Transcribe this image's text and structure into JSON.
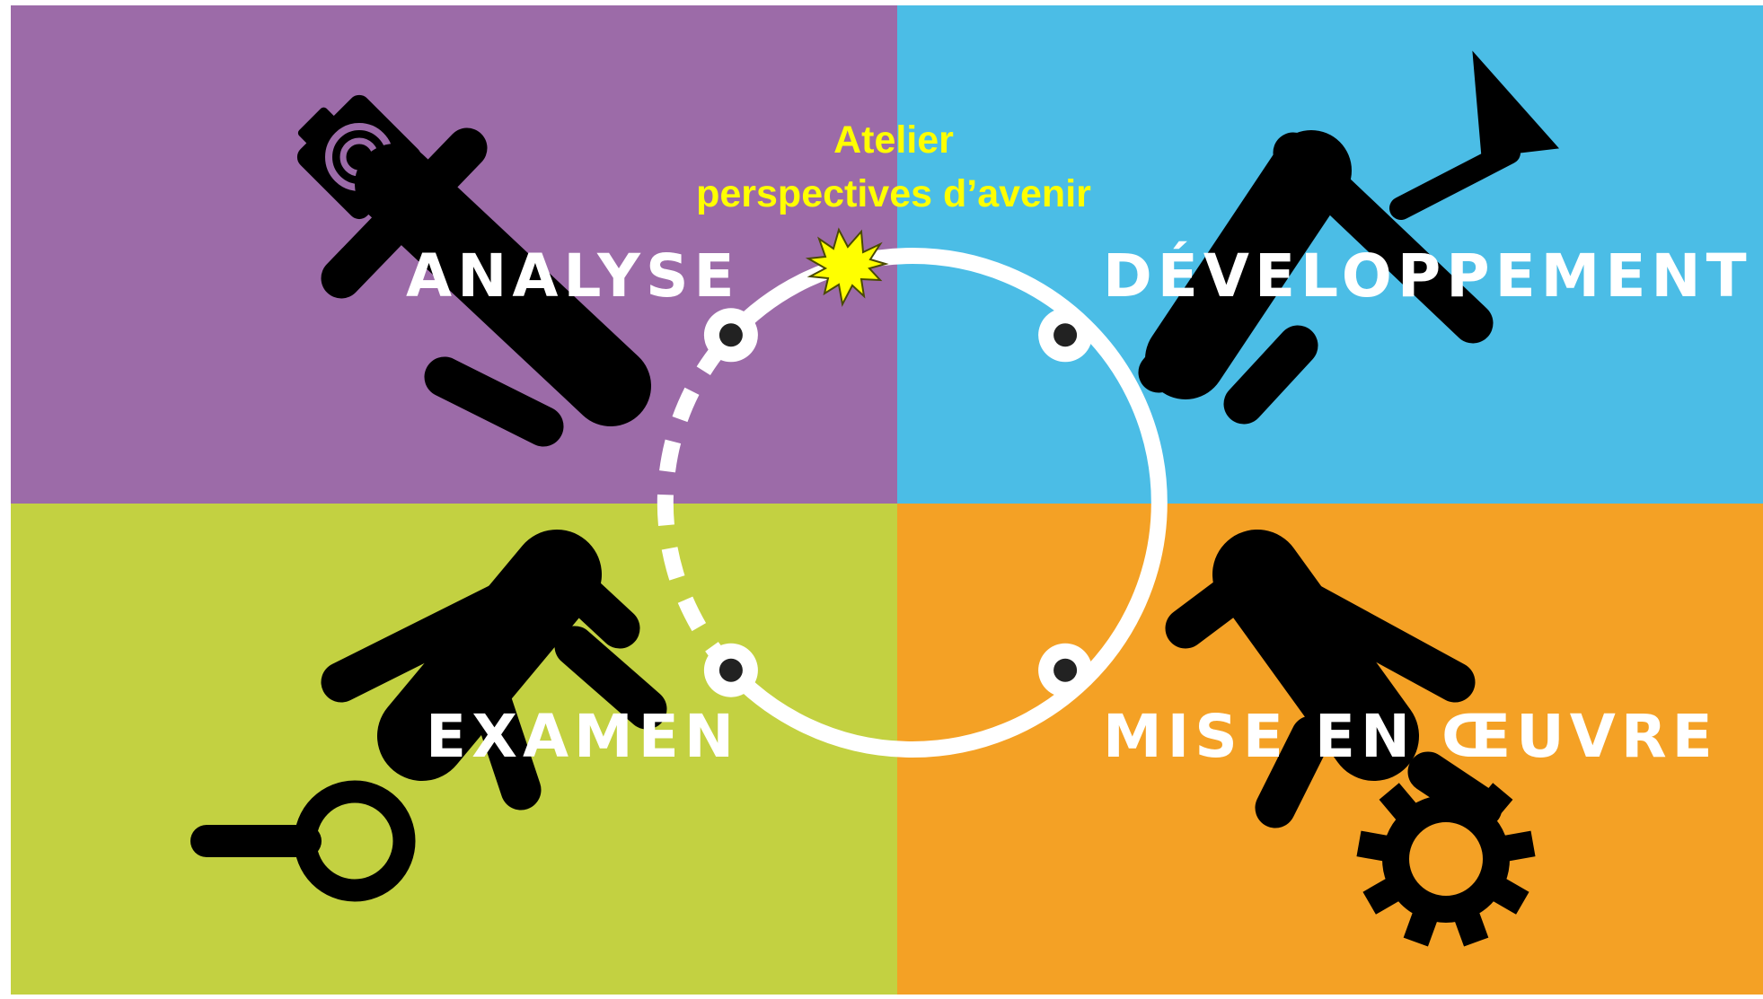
{
  "colors": {
    "analyse_bg": "#9c6ba8",
    "developpement_bg": "#4bbde6",
    "examen_bg": "#c3d141",
    "mise_en_oeuvre_bg": "#f4a125",
    "figures": "#000000",
    "cycle": "#ffffff",
    "callout_text": "#ffff00",
    "burst_fill": "#ffff00"
  },
  "quadrants": {
    "analyse": {
      "label": "ANALYSE",
      "icon": "camera-icon"
    },
    "developpement": {
      "label": "DÉVELOPPEMENT",
      "icon": "funnel-icon"
    },
    "examen": {
      "label": "EXAMEN",
      "icon": "magnifier-icon"
    },
    "mise_en_oeuvre": {
      "label": "MISE EN ŒUVRE",
      "icon": "gear-icon"
    }
  },
  "callout": {
    "line1": "Atelier",
    "line2": "perspectives d’avenir",
    "marker_icon": "starburst-icon"
  }
}
